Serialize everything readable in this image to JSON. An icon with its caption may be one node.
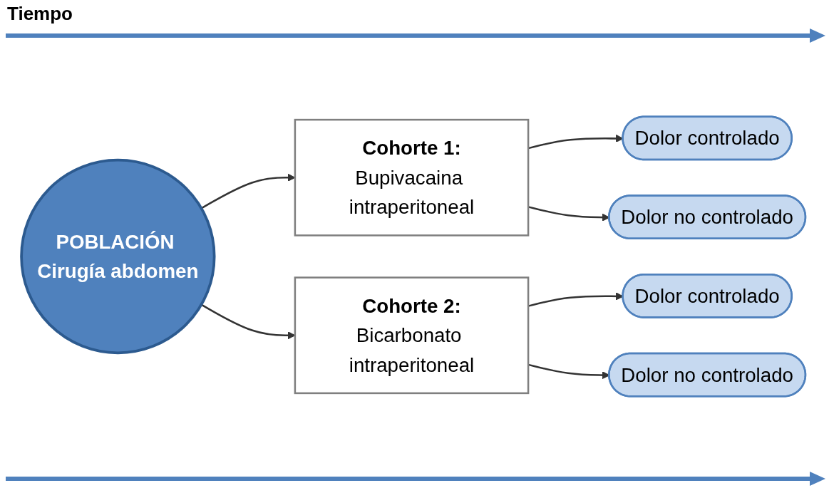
{
  "diagram": {
    "nodes": [
      {
        "text": [
          "POBLACIÓN Cirugía abdomen"
        ]
      },
      {
        "text": [
          "Cohorte 1:",
          "Bupivacaina intraperitoneal"
        ]
      },
      {
        "text": [
          "Dolor controlado"
        ]
      },
      {
        "text": [
          "Dolor no controlado"
        ]
      },
      {
        "text": [
          "Cohorte 2:",
          "Bicarbonato intraperitoneal"
        ]
      },
      {
        "text": [
          "Dolor controlado"
        ]
      },
      {
        "text": [
          "Dolor no controlado"
        ]
      }
    ],
    "edges": [
      {
        "from": 0,
        "to": 1,
        "arrow": "to"
      },
      {
        "from": 0,
        "to": 4,
        "arrow": "to"
      },
      {
        "from": 1,
        "to": 2,
        "arrow": "to"
      },
      {
        "from": 1,
        "to": 3,
        "arrow": "to"
      },
      {
        "from": 4,
        "to": 5,
        "arrow": "to"
      },
      {
        "from": 4,
        "to": 6,
        "arrow": "to"
      }
    ],
    "labels": [
      "Tiempo"
    ]
  }
}
